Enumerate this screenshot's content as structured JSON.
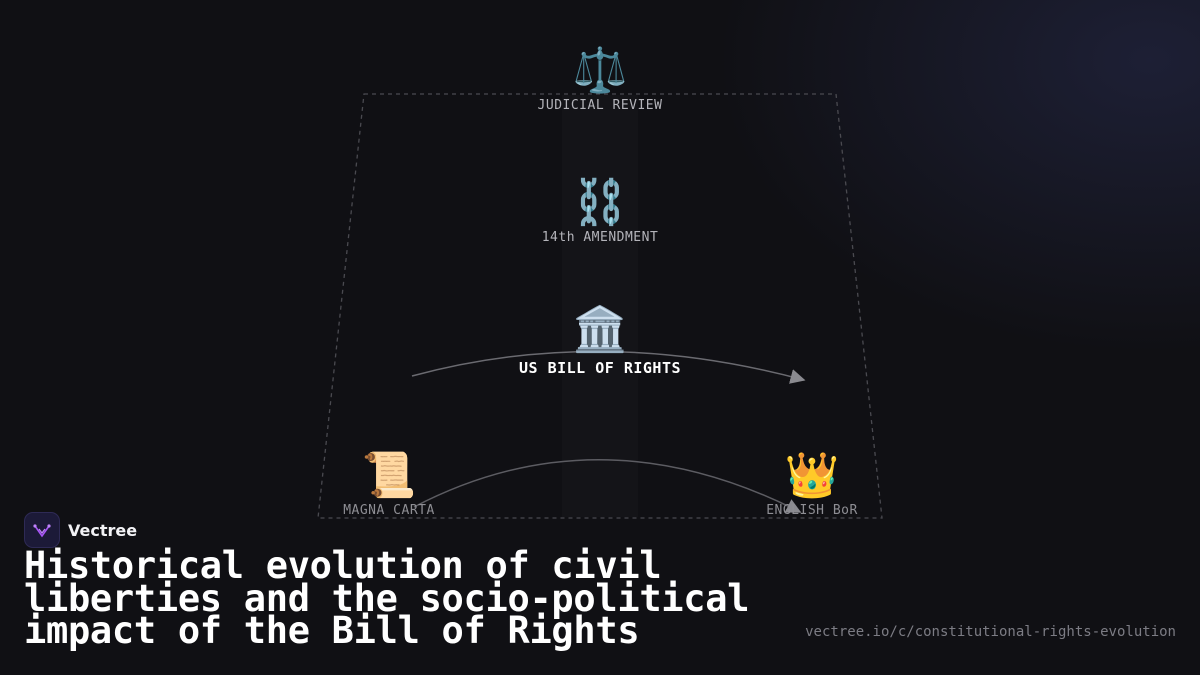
{
  "diagram": {
    "nodes": [
      {
        "id": "judicial_review",
        "icon": "⚖️",
        "icon_name": "scales-icon",
        "label": "JUDICIAL REVIEW"
      },
      {
        "id": "amendment_14",
        "icon": "⛓️",
        "icon_name": "chain-icon",
        "label": "14th AMENDMENT"
      },
      {
        "id": "us_bor",
        "icon": "🏛️",
        "icon_name": "classical-building-icon",
        "label": "US BILL OF RIGHTS"
      },
      {
        "id": "magna_carta",
        "icon": "📜",
        "icon_name": "scroll-icon",
        "label": "MAGNA CARTA"
      },
      {
        "id": "english_bor",
        "icon": "👑",
        "icon_name": "crown-icon",
        "label": "ENGLISH BoR"
      }
    ],
    "edges": [
      {
        "from": "magna_carta",
        "to": "english_bor"
      },
      {
        "from": "us_bor",
        "to": "english_bor"
      }
    ]
  },
  "brand": {
    "name": "Vectree",
    "logo_icon": "vectree-logo-icon"
  },
  "headline": "Historical evolution of civil liberties and the socio-political impact of the Bill of Rights",
  "url": "vectree.io/c/constitutional-rights-evolution",
  "colors": {
    "background": "#101014",
    "accent": "#8b5cf6",
    "text": "#ffffff",
    "muted": "#7c7c84"
  }
}
